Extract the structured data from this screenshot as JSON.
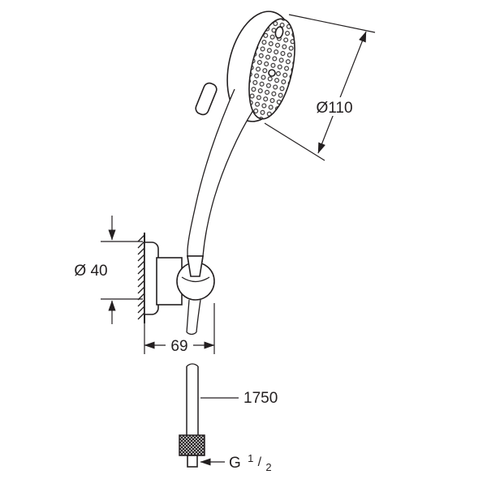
{
  "figure": {
    "description": "Technical line drawing of a hand shower with wall holder, shut-off button, shower hose and threaded connector, annotated with dimensions"
  },
  "labels": {
    "head_diameter": "Ø110",
    "holder_diameter": "Ø 40",
    "holder_offset": "69",
    "hose_length": "1750",
    "thread_prefix": "G",
    "thread_numerator": "1",
    "thread_separator": "/",
    "thread_denominator": "2"
  },
  "colors": {
    "line": "#231f20",
    "background": "#ffffff"
  }
}
